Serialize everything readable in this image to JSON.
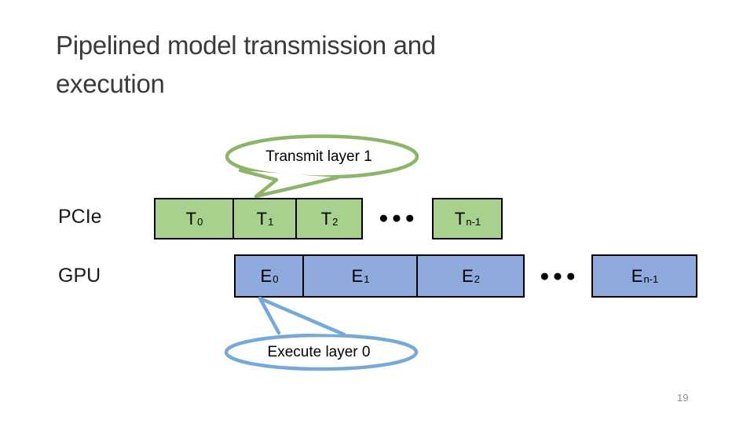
{
  "slide": {
    "title_line1": "Pipelined model transmission and",
    "title_line2": "execution",
    "page_number": "19"
  },
  "callouts": {
    "transmit": "Transmit layer 1",
    "execute": "Execute layer 0"
  },
  "diagram": {
    "pcie": {
      "label": "PCIe",
      "boxes": [
        {
          "main": "T",
          "sub": "0"
        },
        {
          "main": "T",
          "sub": "1"
        },
        {
          "main": "T",
          "sub": "2"
        },
        {
          "main": "T",
          "sub": "n-1"
        }
      ],
      "ellipsis": "●●●"
    },
    "gpu": {
      "label": "GPU",
      "boxes": [
        {
          "main": "E",
          "sub": "0"
        },
        {
          "main": "E",
          "sub": "1"
        },
        {
          "main": "E",
          "sub": "2"
        },
        {
          "main": "E",
          "sub": "n-1"
        }
      ],
      "ellipsis": "●●●"
    }
  },
  "colors": {
    "transmit_box_fill": "#a9d18e",
    "execute_box_fill": "#8faadc",
    "transmit_callout_stroke": "#8db56a",
    "execute_callout_stroke": "#74a9d8",
    "box_border": "#000000",
    "title_text": "#3b3b3b",
    "page_number_text": "#8c8c8c"
  }
}
